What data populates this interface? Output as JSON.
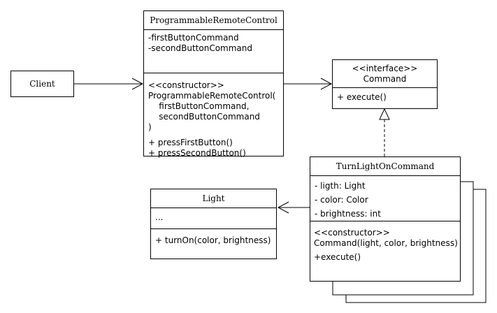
{
  "client": {
    "name": "Client"
  },
  "remote": {
    "name": "ProgrammableRemoteControl",
    "fields": [
      "-firstButtonCommand",
      "-secondButtonCommand"
    ],
    "ctor_stereotype": "<<constructor>>",
    "ctor_lines": [
      "ProgrammableRemoteControl(",
      "    firstButtonCommand,",
      "    secondButtonCommand",
      ")"
    ],
    "methods": [
      "+ pressFirstButton()",
      "+ pressSecondButton()"
    ]
  },
  "command": {
    "stereotype": "<<interface>>",
    "name": "Command",
    "methods": [
      "+ execute()"
    ]
  },
  "turn_light_on": {
    "name": "TurnLightOnCommand",
    "fields": [
      "- ligth: Light",
      "- color: Color",
      "- brightness: int"
    ],
    "ctor_stereotype": "<<constructor>>",
    "ctor_line": "Command(light, color, brightness)",
    "methods": [
      "+execute()"
    ]
  },
  "light": {
    "name": "Light",
    "fields": [
      "..."
    ],
    "methods": [
      "+ turnOn(color, brightness)"
    ]
  }
}
